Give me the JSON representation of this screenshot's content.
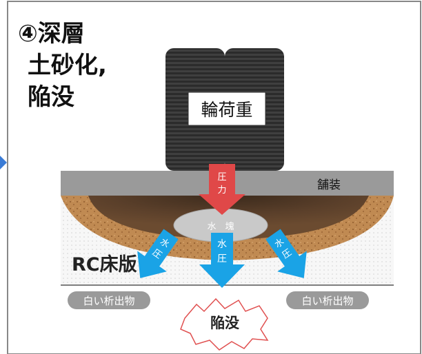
{
  "heading": {
    "line1": "④深層",
    "line2": "土砂化,",
    "line3": "陥没"
  },
  "diagram": {
    "wheel_load_label": "輪荷重",
    "pressure_label": [
      "圧",
      "力"
    ],
    "pavement_label": "舗装",
    "water_mass_label": "水　塊",
    "water_pressure_left": [
      "水",
      "圧"
    ],
    "water_pressure_center": [
      "水",
      "圧"
    ],
    "water_pressure_right": [
      "水",
      "圧"
    ],
    "slab_label": "RC床版",
    "deposit_left": "白い析出物",
    "deposit_right": "白い析出物",
    "collapse_label": "陥没"
  },
  "colors": {
    "pressure_arrow": "#e04848",
    "water_arrow": "#1aa3e6",
    "pavement": "#9a9a9a",
    "tire": "#2a2a2a",
    "soil": "#b9824a"
  }
}
